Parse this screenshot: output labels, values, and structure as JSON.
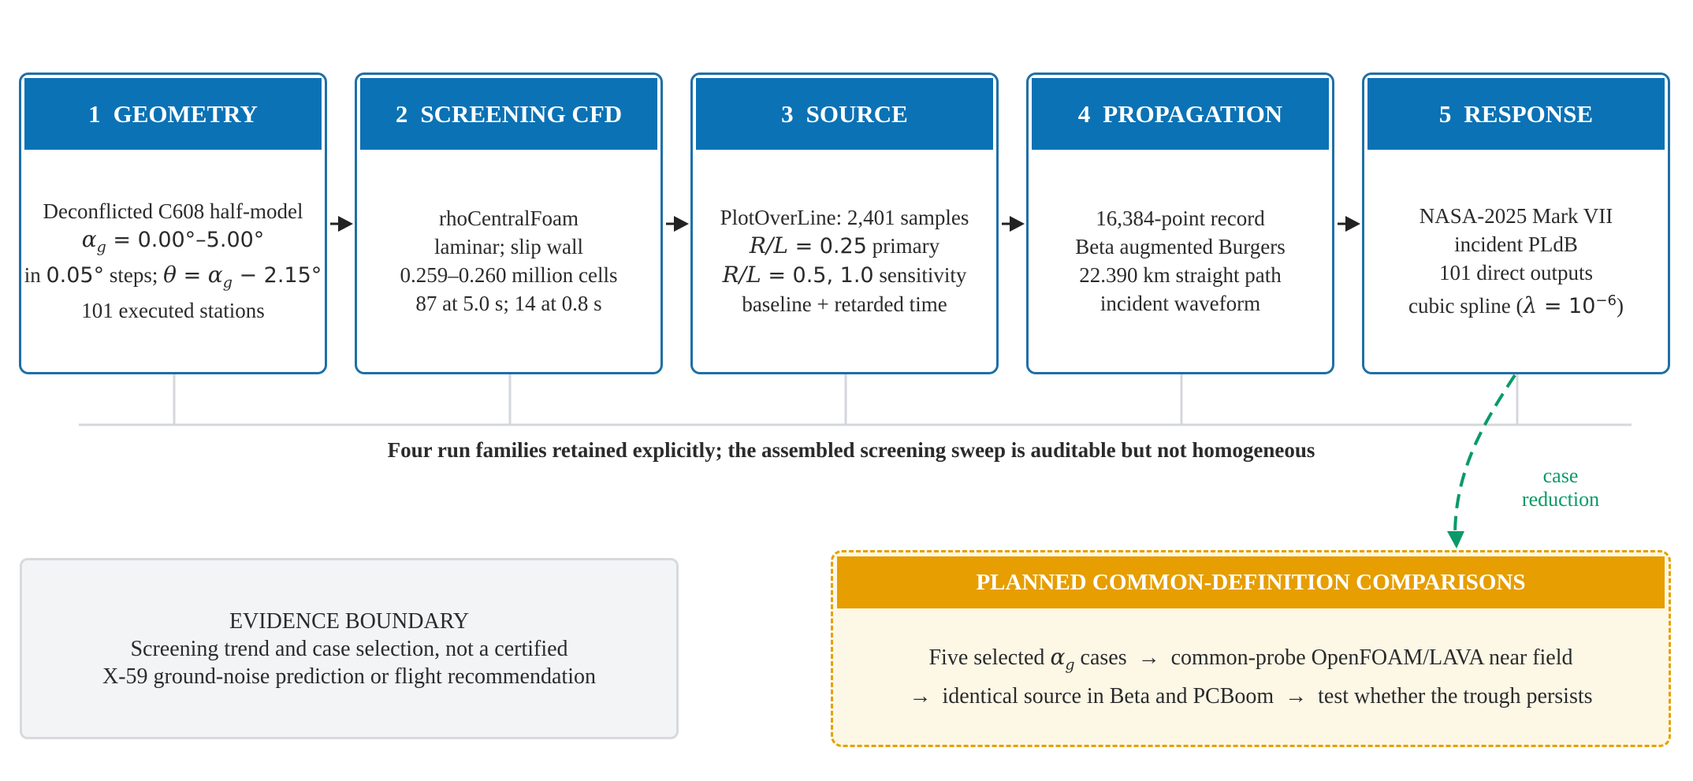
{
  "stages": [
    {
      "number": "1",
      "title": "GEOMETRY",
      "lines": [
        {
          "segs": [
            {
              "t": "Deconflicted C608 half-model",
              "c": ""
            }
          ]
        },
        {
          "segs": [
            {
              "t": "α",
              "c": "m"
            },
            {
              "t": "g",
              "c": "msub"
            },
            {
              "t": " = 0.00°–5.00°",
              "c": "mu"
            }
          ]
        },
        {
          "segs": [
            {
              "t": "in ",
              "c": ""
            },
            {
              "t": "0.05°",
              "c": "mu"
            },
            {
              "t": " steps; ",
              "c": ""
            },
            {
              "t": "θ",
              "c": "m"
            },
            {
              "t": " = ",
              "c": "mu"
            },
            {
              "t": "α",
              "c": "m"
            },
            {
              "t": "g",
              "c": "msub"
            },
            {
              "t": " − 2.15°",
              "c": "mu"
            }
          ]
        },
        {
          "segs": [
            {
              "t": "101 executed stations",
              "c": ""
            }
          ]
        }
      ]
    },
    {
      "number": "2",
      "title": "SCREENING CFD",
      "lines": [
        {
          "segs": [
            {
              "t": "rhoCentralFoam",
              "c": ""
            }
          ]
        },
        {
          "segs": [
            {
              "t": "laminar; slip wall",
              "c": ""
            }
          ]
        },
        {
          "segs": [
            {
              "t": "0.259–0.260 million cells",
              "c": ""
            }
          ]
        },
        {
          "segs": [
            {
              "t": "87 at 5.0 s; 14 at 0.8 s",
              "c": ""
            }
          ]
        }
      ]
    },
    {
      "number": "3",
      "title": "SOURCE",
      "lines": [
        {
          "segs": [
            {
              "t": "PlotOverLine: 2,401 samples",
              "c": ""
            }
          ]
        },
        {
          "segs": [
            {
              "t": "R/L",
              "c": "m"
            },
            {
              "t": " = 0.25",
              "c": "mu"
            },
            {
              "t": " primary",
              "c": ""
            }
          ]
        },
        {
          "segs": [
            {
              "t": "R/L",
              "c": "m"
            },
            {
              "t": " = 0.5, 1.0",
              "c": "mu"
            },
            {
              "t": " sensitivity",
              "c": ""
            }
          ]
        },
        {
          "segs": [
            {
              "t": "baseline + retarded time",
              "c": ""
            }
          ]
        }
      ]
    },
    {
      "number": "4",
      "title": "PROPAGATION",
      "lines": [
        {
          "segs": [
            {
              "t": "16,384-point record",
              "c": ""
            }
          ]
        },
        {
          "segs": [
            {
              "t": "Beta augmented Burgers",
              "c": ""
            }
          ]
        },
        {
          "segs": [
            {
              "t": "22.390 km straight path",
              "c": ""
            }
          ]
        },
        {
          "segs": [
            {
              "t": "incident waveform",
              "c": ""
            }
          ]
        }
      ]
    },
    {
      "number": "5",
      "title": "RESPONSE",
      "lines": [
        {
          "segs": [
            {
              "t": "NASA-2025 Mark VII",
              "c": ""
            }
          ]
        },
        {
          "segs": [
            {
              "t": "incident PLdB",
              "c": ""
            }
          ]
        },
        {
          "segs": [
            {
              "t": "101 direct outputs",
              "c": ""
            }
          ]
        },
        {
          "segs": [
            {
              "t": "cubic spline (",
              "c": ""
            },
            {
              "t": "λ",
              "c": "m"
            },
            {
              "t": " = 10",
              "c": "mu"
            },
            {
              "t": "−6",
              "c": "msup"
            },
            {
              "t": ")",
              "c": ""
            }
          ]
        }
      ]
    }
  ],
  "caption": "Four run families retained explicitly; the assembled screening sweep is auditable but not homogeneous",
  "evidence": {
    "title": "EVIDENCE BOUNDARY",
    "line1": "Screening trend and case selection, not a certified",
    "line2": "X-59 ground-noise prediction or flight recommendation"
  },
  "planned": {
    "title": "PLANNED COMMON-DEFINITION COMPARISONS",
    "line1_prefix": "Five selected ",
    "line1_alpha": "α",
    "line1_sub": "g",
    "line1_suffix": " cases  →  common-probe OpenFOAM/LAVA near field",
    "line2": "→  identical source in Beta and PCBoom  →  test whether the trough persists"
  },
  "side_label": {
    "line1": "case",
    "line2": "reduction"
  },
  "colors": {
    "stage_header": "#0b72b5",
    "stage_border": "#1f6fa8",
    "planned_header": "#e69e00",
    "planned_border": "#e5a000",
    "planned_bg": "#fdf7e6",
    "evidence_bg": "#f3f4f6",
    "side_label": "#0a9a68",
    "arrow": "#222222"
  }
}
